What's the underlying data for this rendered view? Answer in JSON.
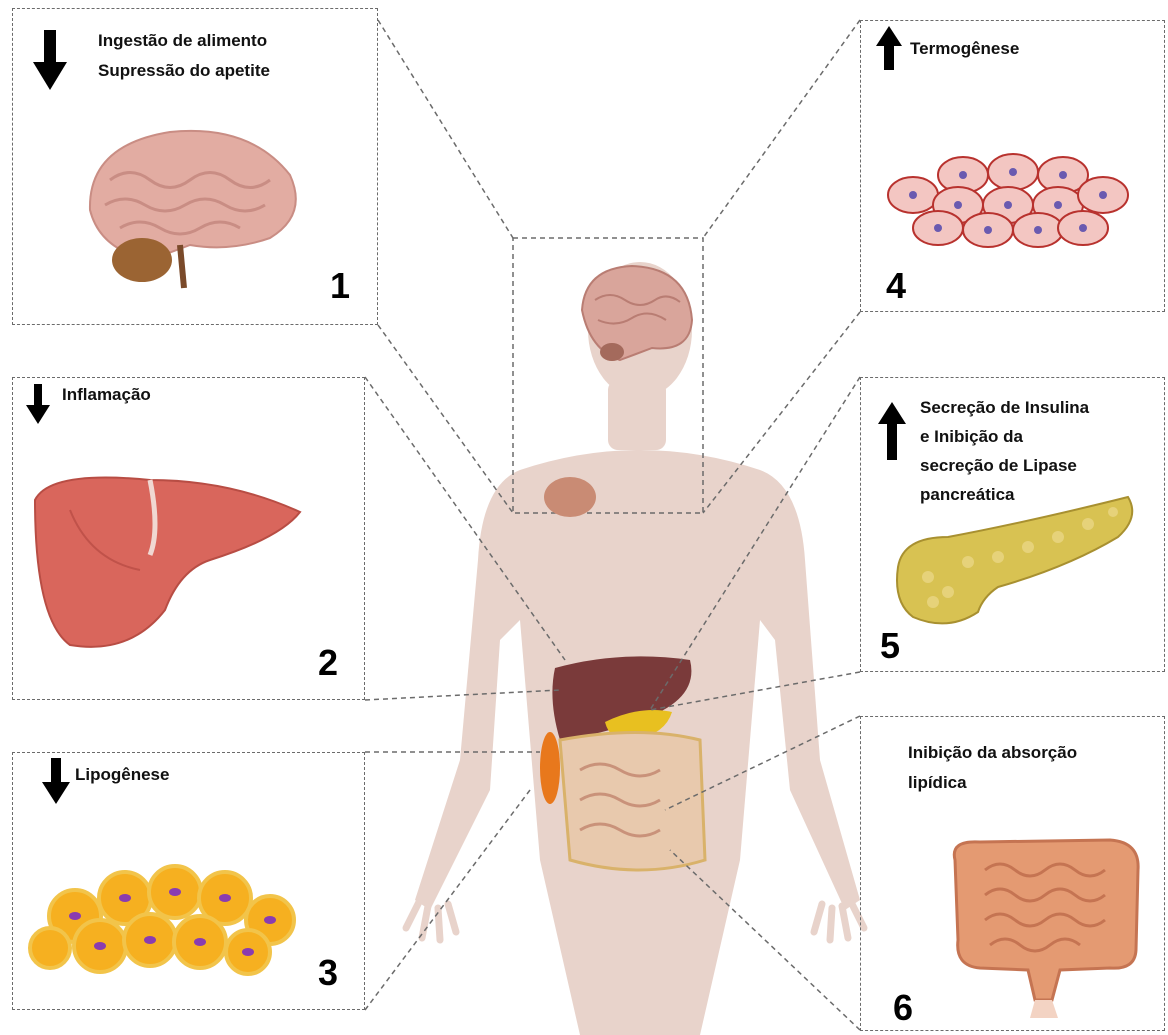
{
  "panels": [
    {
      "number": "1",
      "arrow": "down",
      "arrow_icon": "arrow-down-icon",
      "organ_icon": "brain-icon",
      "lines": [
        "Ingestão de alimento",
        "Supressão do apetite"
      ]
    },
    {
      "number": "2",
      "arrow": "down",
      "arrow_icon": "arrow-down-icon",
      "organ_icon": "liver-icon",
      "lines": [
        "Inflamação"
      ]
    },
    {
      "number": "3",
      "arrow": "down",
      "arrow_icon": "arrow-down-icon",
      "organ_icon": "white-adipose-tissue-icon",
      "lines": [
        "Lipogênese"
      ]
    },
    {
      "number": "4",
      "arrow": "up",
      "arrow_icon": "arrow-up-icon",
      "organ_icon": "brown-adipose-tissue-icon",
      "lines": [
        "Termogênese"
      ]
    },
    {
      "number": "5",
      "arrow": "up",
      "arrow_icon": "arrow-up-icon",
      "organ_icon": "pancreas-icon",
      "lines": [
        "Secreção de Insulina",
        "e Inibição da",
        "secreção de Lipase",
        "pancreática"
      ]
    },
    {
      "number": "6",
      "arrow": "none",
      "organ_icon": "intestine-icon",
      "lines": [
        "Inibição da absorção",
        "lipídica"
      ]
    }
  ],
  "colors": {
    "border": "#6b6b6b",
    "body": "#e8d3cb",
    "brain": "#e2aca2",
    "liver": "#d9665c",
    "liver_dark": "#7a3a3a",
    "pancreas": "#d8c252",
    "white_fat": "#f6b020",
    "white_fat_nucleus": "#8a3cb0",
    "brown_fat": "#f3c6c2",
    "brown_fat_nucleus": "#6a5ab0",
    "intestine": "#e49a72",
    "arrow": "#000000"
  },
  "icons": [
    "human-body-icon",
    "thyroid-icon",
    "kidney-icon"
  ]
}
